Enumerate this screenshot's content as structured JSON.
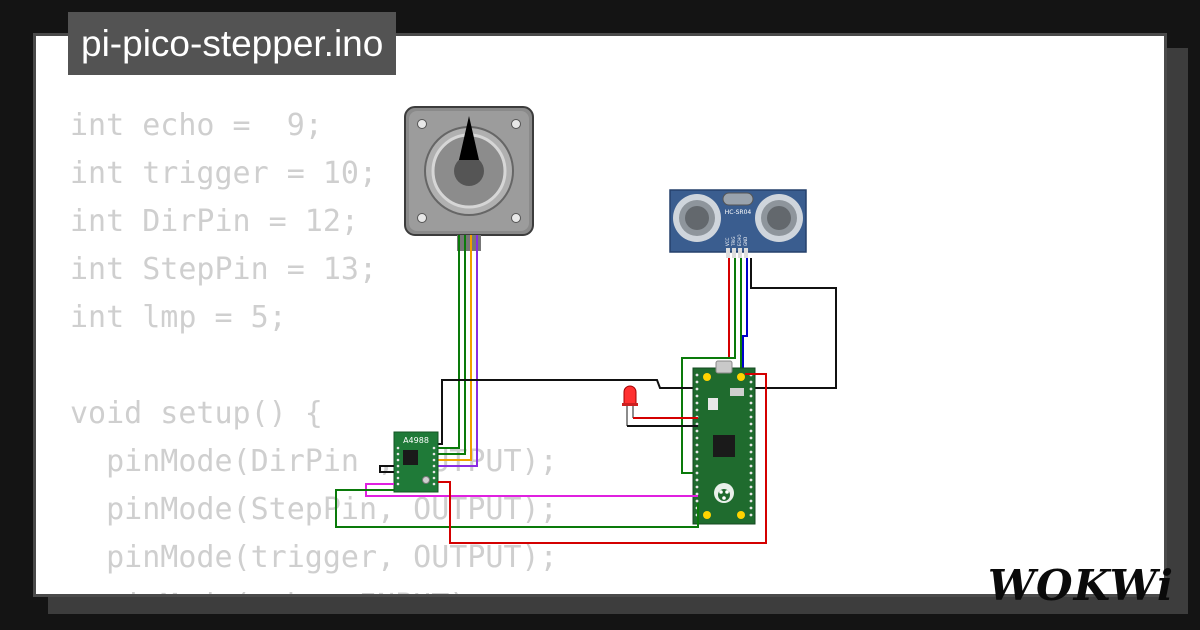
{
  "window": {
    "title": "pi-pico-stepper.ino"
  },
  "code": {
    "lines": [
      "int echo =  9;",
      "int trigger = 10;",
      "int DirPin = 12;",
      "int StepPin = 13;",
      "int lmp = 5;",
      "",
      "void setup() {",
      "  pinMode(DirPin , OUTPUT);",
      "  pinMode(StepPin, OUTPUT);",
      "  pinMode(trigger, OUTPUT);",
      "  pinMode(echo, INPUT);"
    ]
  },
  "components": {
    "driver_label": "A4988",
    "sensor_label": "HC-SR04",
    "sensor_pins": [
      "VCC",
      "TRIG",
      "ECHO",
      "GND"
    ]
  },
  "brand": {
    "logo_text": "WOKWi"
  },
  "colors": {
    "background": "#141414",
    "card": "#ffffff",
    "code_text": "#cfcfcf",
    "title_tag": "#535353",
    "pcb_green": "#1f6b2e",
    "sensor_blue": "#3a5d8f",
    "wire_green": "#0a7a0a",
    "wire_red": "#d40000",
    "wire_blue": "#0000cc",
    "wire_black": "#111111",
    "wire_magenta": "#e020e0",
    "wire_orange": "#f0a000",
    "wire_purple": "#8a2be2"
  }
}
